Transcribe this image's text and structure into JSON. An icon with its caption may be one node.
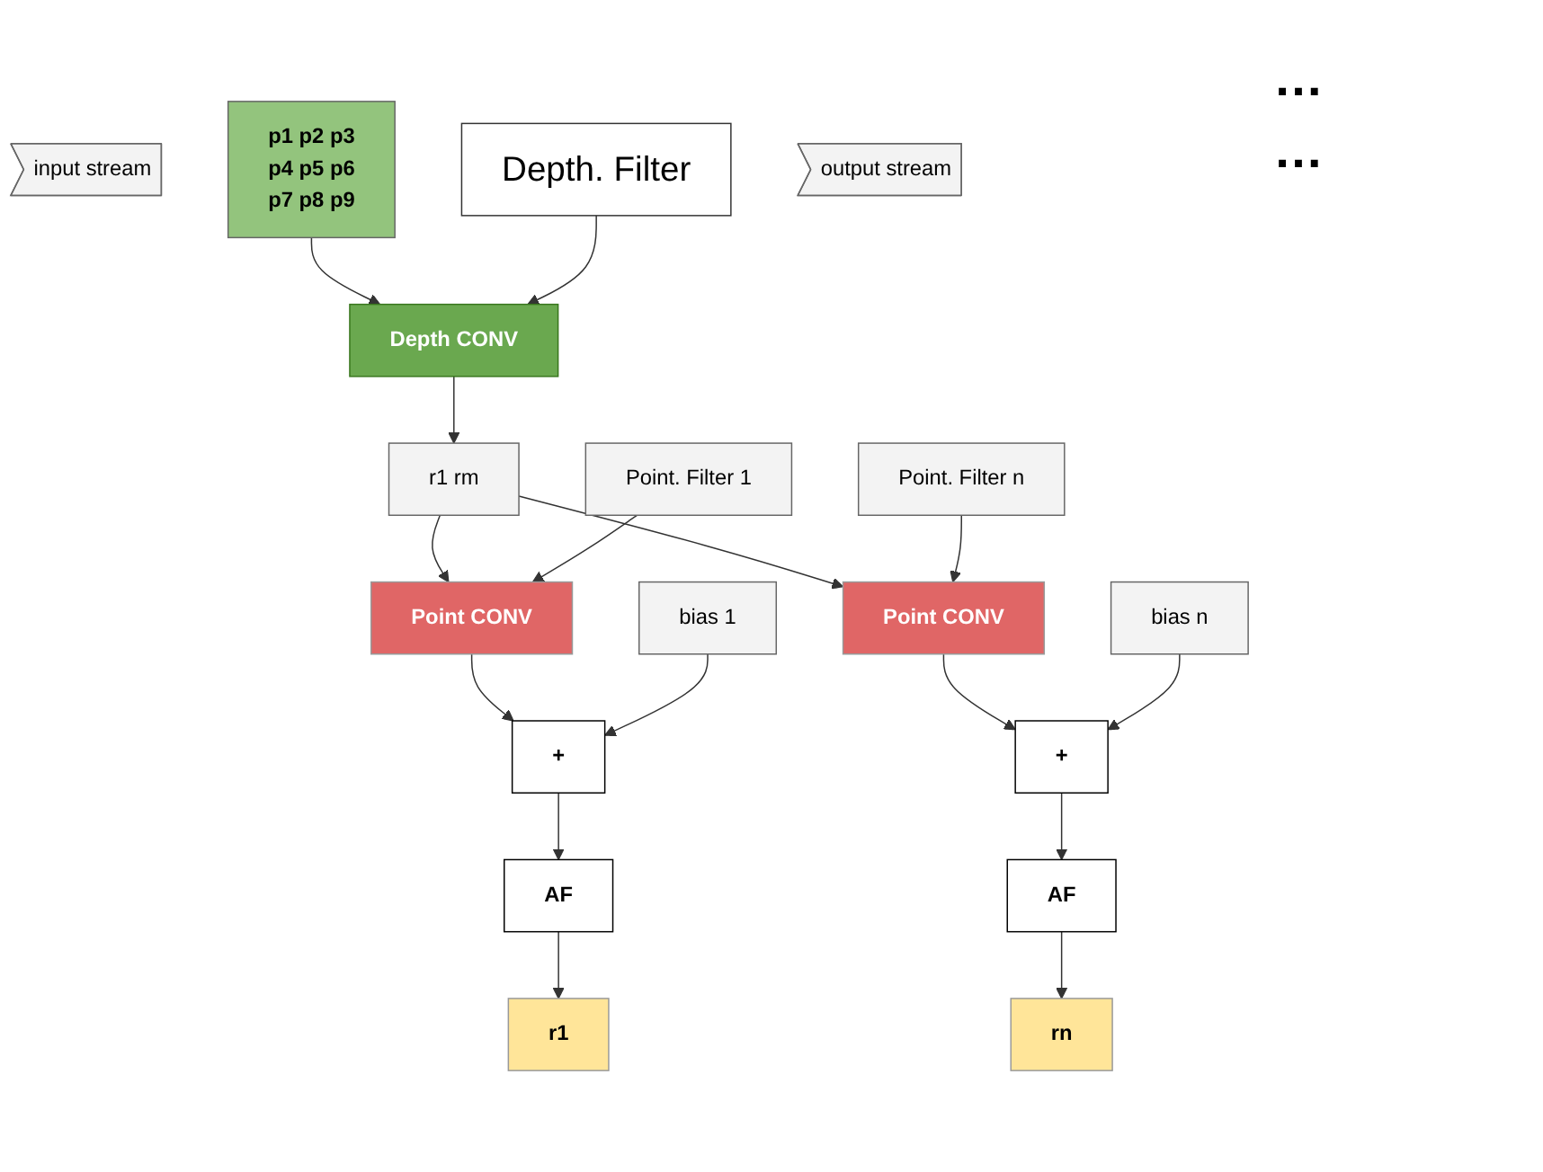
{
  "diagram": {
    "nodes": [
      {
        "text": [
          "input stream"
        ]
      },
      {
        "text": [
          "p1",
          "p2",
          "p3",
          "p4",
          "p5",
          "p6",
          "p7",
          "p8",
          "p9"
        ]
      },
      {
        "text": [
          "Depth. Filter"
        ]
      },
      {
        "text": [
          "Depth CONV"
        ]
      },
      {
        "text": [
          "r1",
          "rm"
        ]
      },
      {
        "text": [
          "Point. Filter 1"
        ]
      },
      {
        "text": [
          "Point CONV"
        ]
      },
      {
        "text": [
          "Point CONV"
        ]
      },
      {
        "text": [
          "Point. Filter n"
        ]
      },
      {
        "text": [
          "bias 1"
        ]
      },
      {
        "text": [
          "+"
        ]
      },
      {
        "text": [
          "bias n"
        ]
      },
      {
        "text": [
          "+"
        ]
      },
      {
        "text": [
          "AF"
        ]
      },
      {
        "text": [
          "AF"
        ]
      },
      {
        "text": [
          "output stream"
        ]
      },
      {
        "text": [
          "r1"
        ]
      },
      {
        "text": [
          "rn"
        ]
      }
    ],
    "edges": [
      {
        "from": 1,
        "to": 3,
        "arrow": "to"
      },
      {
        "from": 2,
        "to": 3,
        "arrow": "to"
      },
      {
        "from": 3,
        "to": 4,
        "arrow": "to"
      },
      {
        "from": 4,
        "to": 6,
        "arrow": "to"
      },
      {
        "from": 4,
        "to": 7,
        "arrow": "to"
      },
      {
        "from": 5,
        "to": 6,
        "arrow": "to"
      },
      {
        "from": 8,
        "to": 7,
        "arrow": "to"
      },
      {
        "from": 6,
        "to": 10,
        "arrow": "to"
      },
      {
        "from": 9,
        "to": 10,
        "arrow": "to"
      },
      {
        "from": 7,
        "to": 12,
        "arrow": "to"
      },
      {
        "from": 11,
        "to": 12,
        "arrow": "to"
      },
      {
        "from": 10,
        "to": 13,
        "arrow": "to"
      },
      {
        "from": 12,
        "to": 14,
        "arrow": "to"
      },
      {
        "from": 13,
        "to": 16,
        "arrow": "to"
      },
      {
        "from": 14,
        "to": 17,
        "arrow": "to"
      }
    ],
    "labels": [
      "…",
      "…"
    ]
  }
}
